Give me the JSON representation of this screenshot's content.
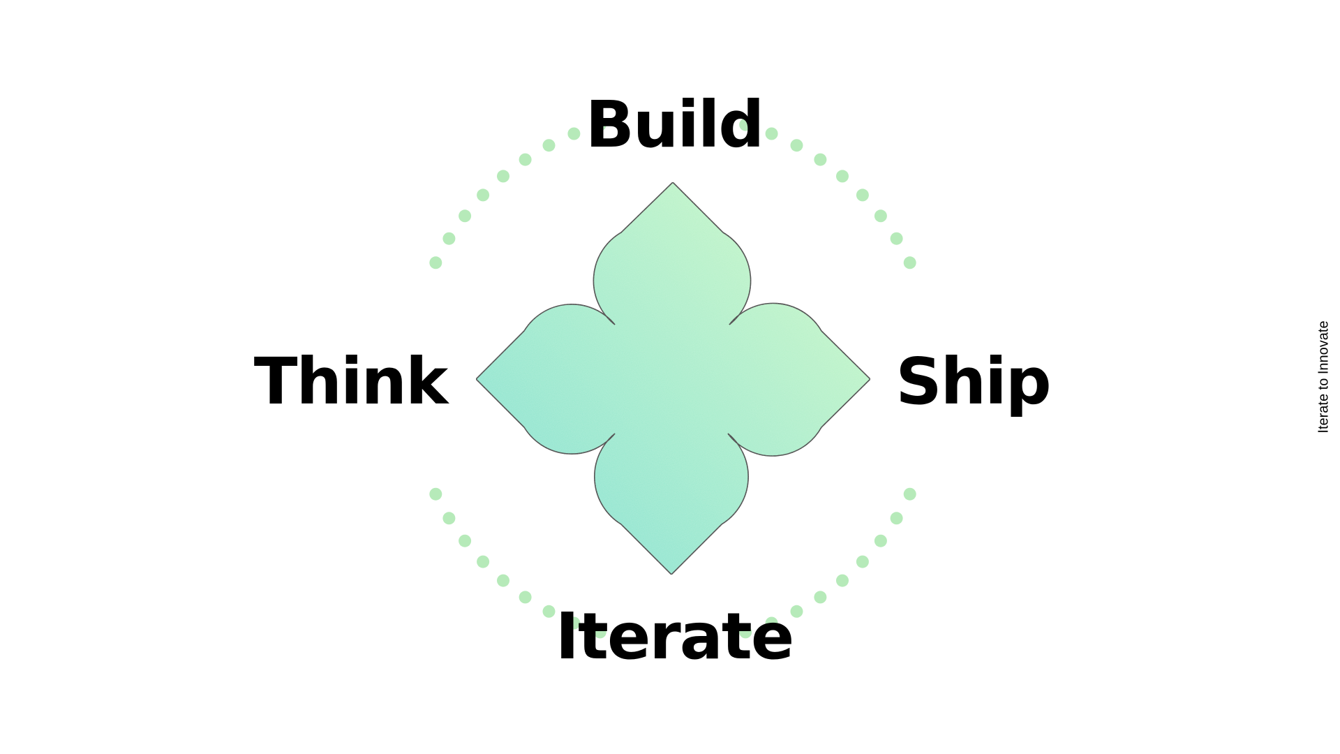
{
  "diagram": {
    "labels": {
      "top": "Build",
      "left": "Think",
      "right": "Ship",
      "bottom": "Iterate"
    },
    "side_caption": "Iterate to Innovate",
    "colors": {
      "dots": "#b6eab9",
      "petal_light": "#c8f7c5",
      "petal_dark": "#7ee0d2",
      "outline": "#1a1a1a",
      "text": "#000000"
    },
    "icons": {
      "center": "four-petal-flower-icon"
    }
  }
}
